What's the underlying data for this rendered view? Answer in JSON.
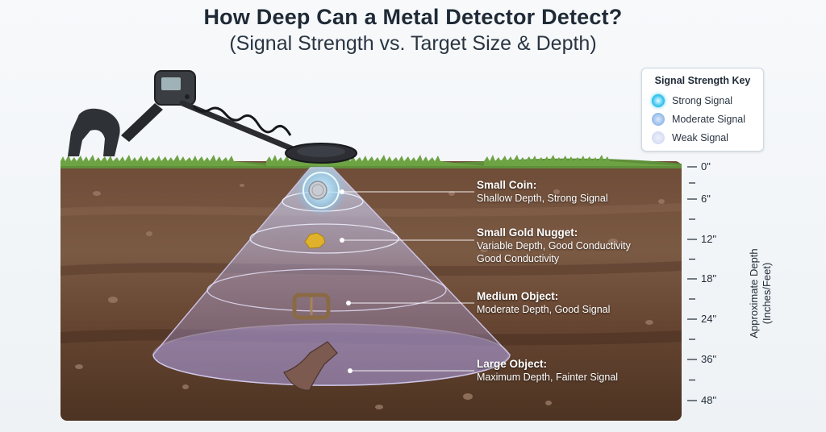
{
  "title": "How Deep Can a Metal Detector Detect?",
  "subtitle": "(Signal Strength vs. Target Size & Depth)",
  "key": {
    "title": "Signal Strength Key",
    "items": [
      {
        "label": "Strong Signal",
        "color": "#36c4ee"
      },
      {
        "label": "Moderate Signal",
        "color": "#8fb8e8"
      },
      {
        "label": "Weak Signal",
        "color": "#d6dcf4"
      }
    ]
  },
  "targets": [
    {
      "title": "Small Coin:",
      "desc": "Shallow Depth, Strong Signal",
      "icon": "coin-icon"
    },
    {
      "title": "Small Gold Nugget:",
      "desc": "Variable Depth, Good Conductivity",
      "desc2": "Good Conductivity",
      "icon": "gold-nugget-icon"
    },
    {
      "title": "Medium Object:",
      "desc": "Moderate Depth, Good Signal",
      "icon": "belt-buckle-icon"
    },
    {
      "title": "Large Object:",
      "desc": "Maximum Depth, Fainter Signal",
      "icon": "axe-head-icon"
    }
  ],
  "depth_axis": {
    "title_line1": "Approximate Depth",
    "title_line2": "(Inches/Feet)",
    "ticks": [
      "0\"",
      "6\"",
      "12\"",
      "18\"",
      "24\"",
      "36\"",
      "48\""
    ]
  },
  "colors": {
    "soil_dark": "#5a3d2c",
    "soil_light": "#7a5741",
    "grass": "#5f8f3a",
    "cone": "#b8a8f0"
  }
}
